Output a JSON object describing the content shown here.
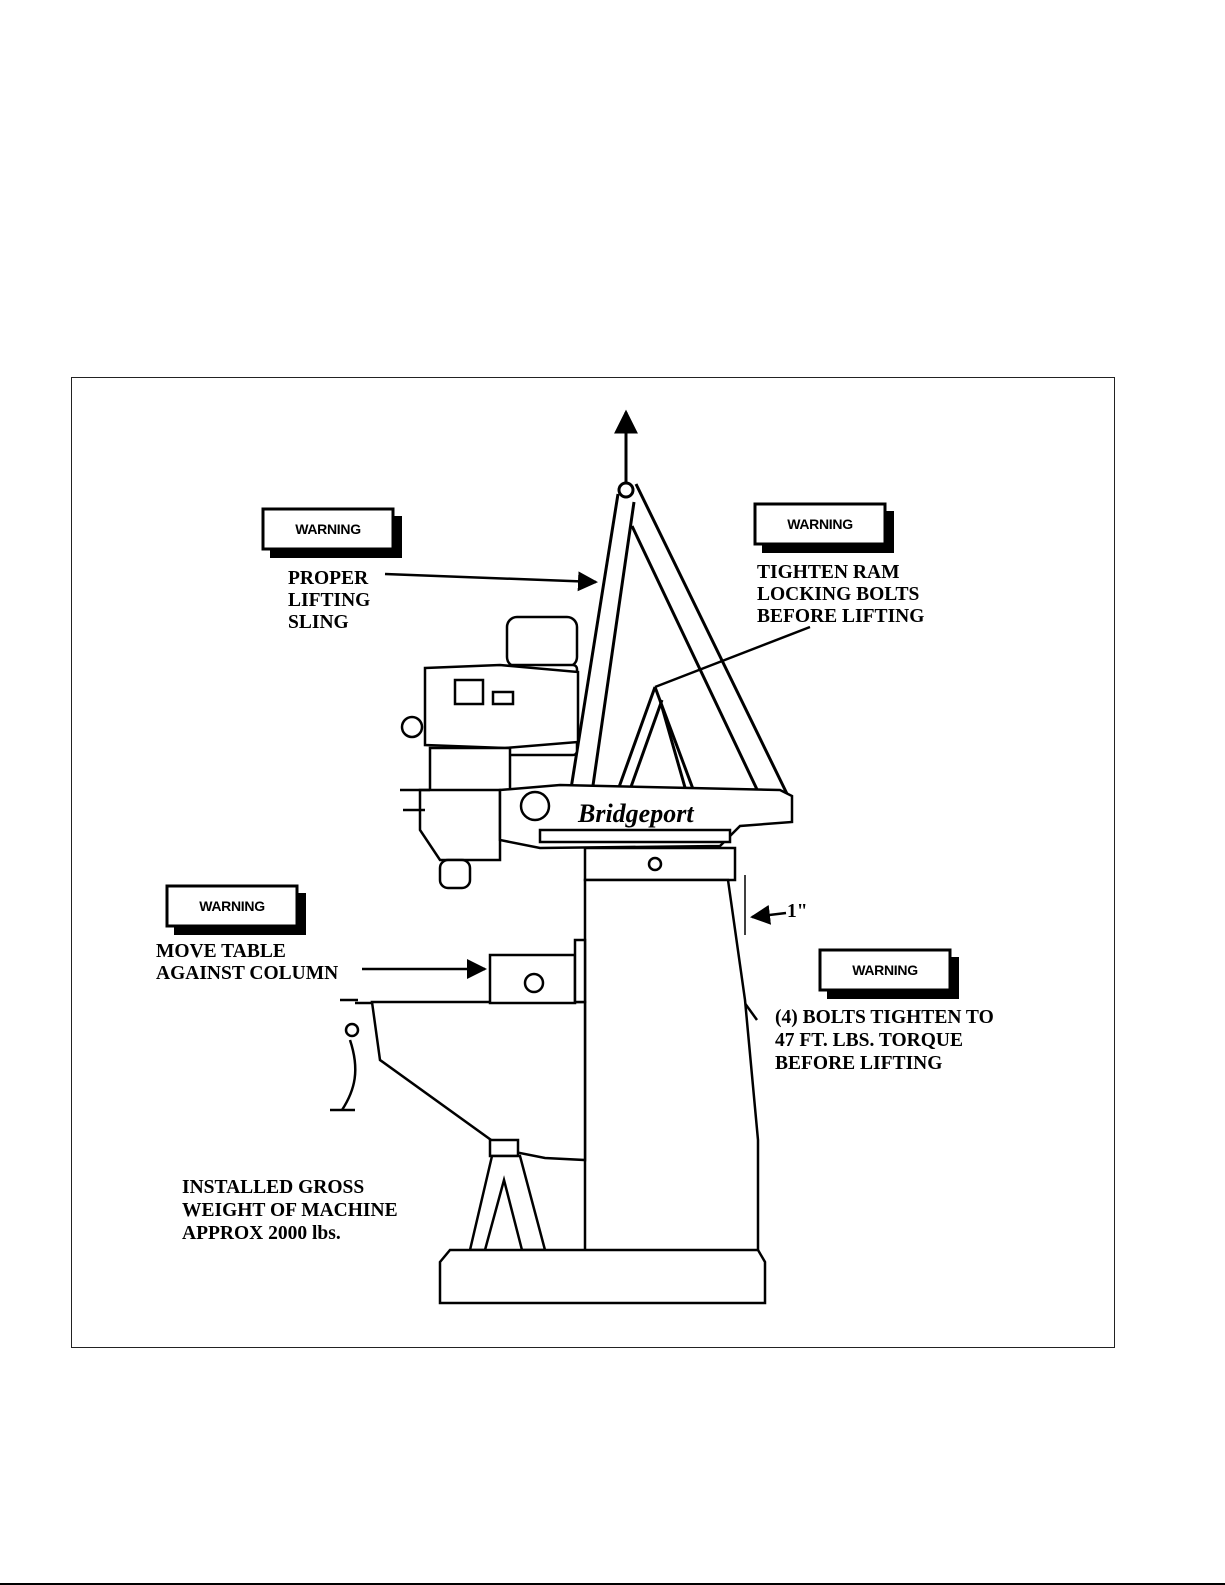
{
  "warnings": [
    {
      "text": "WARNING"
    },
    {
      "text": "WARNING"
    },
    {
      "text": "WARNING"
    },
    {
      "text": "WARNING"
    }
  ],
  "labels": {
    "sling": [
      "PROPER",
      "LIFTING",
      "SLING"
    ],
    "ram": [
      "TIGHTEN RAM",
      "LOCKING BOLTS",
      "BEFORE LIFTING"
    ],
    "table": [
      "MOVE TABLE",
      "AGAINST COLUMN"
    ],
    "bolts": [
      "(4) BOLTS TIGHTEN TO",
      "47 FT. LBS. TORQUE",
      "BEFORE LIFTING"
    ],
    "weight": [
      "INSTALLED GROSS",
      "WEIGHT OF MACHINE",
      "APPROX 2000 lbs."
    ]
  },
  "dimension": "1\"",
  "brand": "Bridgeport",
  "colors": {
    "ink": "#000000",
    "paper": "#ffffff"
  }
}
